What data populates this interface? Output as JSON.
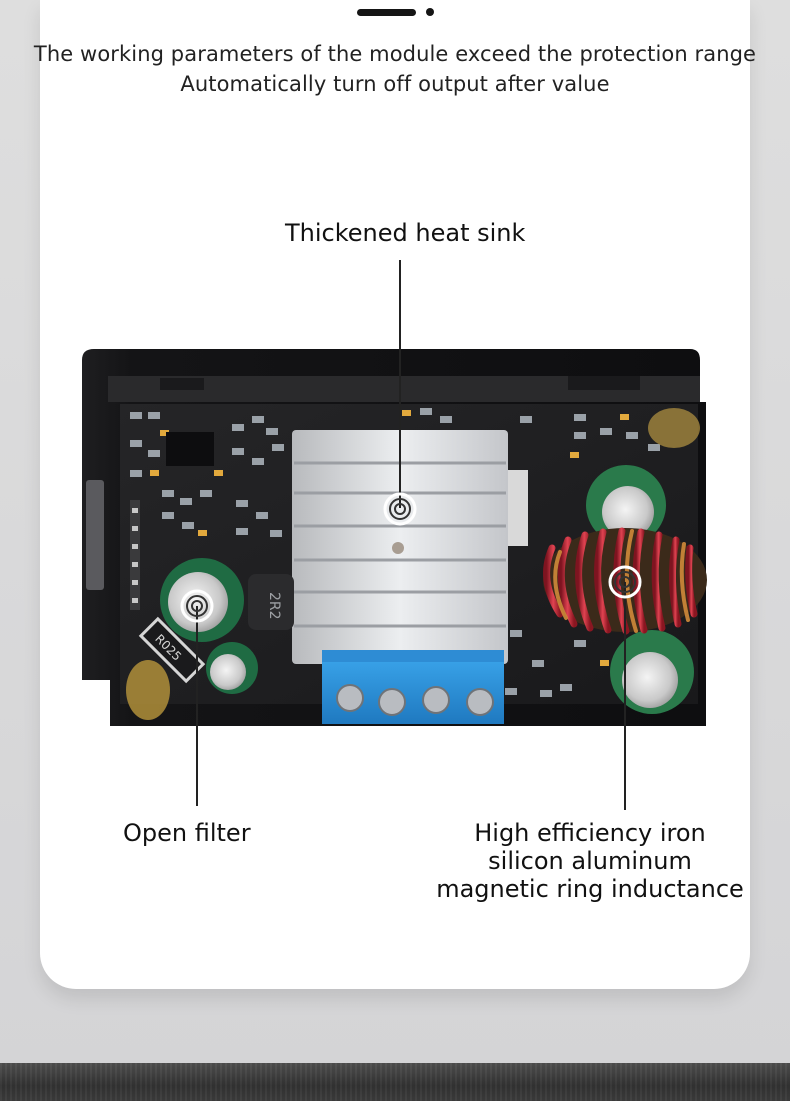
{
  "intro": {
    "line1": "The working parameters of the module exceed the protection range",
    "line2": "Automatically turn off output after value"
  },
  "labels": {
    "heat_sink": "Thickened heat sink",
    "open_filter": "Open filter",
    "inductance": {
      "line1": "High efficiency iron",
      "line2": "silicon aluminum",
      "line3": "magnetic ring inductance"
    }
  },
  "board_markings": {
    "resistor": "R025",
    "inductor": "2R2"
  },
  "colors": {
    "background": "#d4d4d6",
    "card": "#ffffff",
    "text": "#111111",
    "heat_sink": "#d7d8dc",
    "terminal": "#2b8fd5",
    "coil": "#c8283a",
    "capacitor": "#2a7a4b"
  }
}
